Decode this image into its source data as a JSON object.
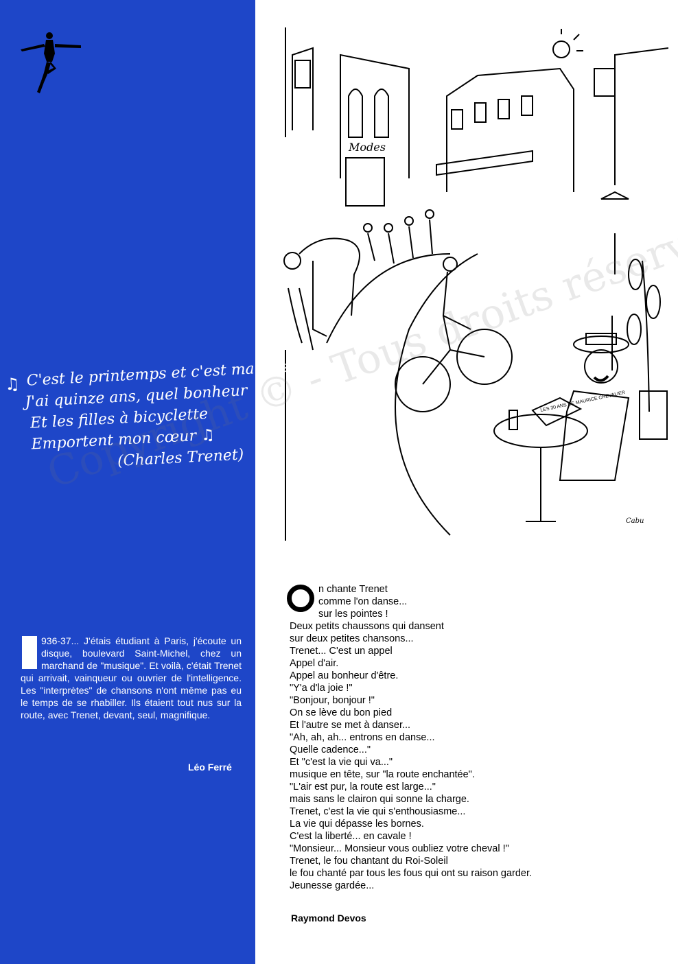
{
  "quote": {
    "lines": [
      "C'est le printemps et c'est ma fête",
      "J'ai quinze ans, quel bonheur",
      "Et les filles à bicyclette",
      "Emportent mon cœur"
    ],
    "credit": "(Charles Trenet)"
  },
  "leo_ferre": {
    "dropcap": "1",
    "text": "936-37... J'étais étudiant à Paris, j'écoute un disque, boulevard Saint-Michel, chez un marchand de \"musique\". Et voilà, c'était Trenet qui arrivait, vainqueur ou ouvrier de l'intelligence. Les \"interprètes\" de chansons n'ont même pas eu le temps de se rhabiller. Ils étaient tout nus sur la route, avec Trenet, devant, seul, magnifique.",
    "author": "Léo Ferré"
  },
  "devos": {
    "dropcap": "O",
    "lines": [
      "n chante Trenet",
      "comme l'on danse...",
      "sur les pointes !",
      "Deux petits chaussons qui dansent",
      "sur deux petites chansons...",
      "Trenet... C'est un appel",
      "Appel d'air.",
      "Appel au bonheur d'être.",
      "\"Y'a d'la joie !\"",
      "\"Bonjour, bonjour !\"",
      "On se lève du bon pied",
      "Et l'autre se met à danser...",
      "\"Ah, ah, ah... entrons en danse...",
      "Quelle cadence...\"",
      "Et \"c'est la vie qui va...\"",
      "musique en tête, sur \"la route enchantée\".",
      "\"L'air est pur, la route est large...\"",
      "mais sans le clairon qui sonne la charge.",
      "Trenet, c'est la vie qui s'enthousiasme...",
      "La vie qui dépasse les bornes.",
      "C'est la liberté... en cavale !",
      "\"Monsieur... Monsieur vous oubliez votre cheval !\"",
      "Trenet, le fou chantant du Roi-Soleil",
      "le fou chanté par tous les fous qui ont su raison garder.",
      "Jeunesse gardée..."
    ],
    "author": "Raymond Devos"
  },
  "illustration": {
    "shop_sign": "Modes",
    "newspaper": "LES 30 ANS DE MAURICE CHEVALIER",
    "signature": "Cabu"
  },
  "watermark": "Copyright © - Tous droits réservés",
  "colors": {
    "panel_blue": "#1e46c8",
    "ink": "#000000",
    "paper": "#ffffff"
  }
}
